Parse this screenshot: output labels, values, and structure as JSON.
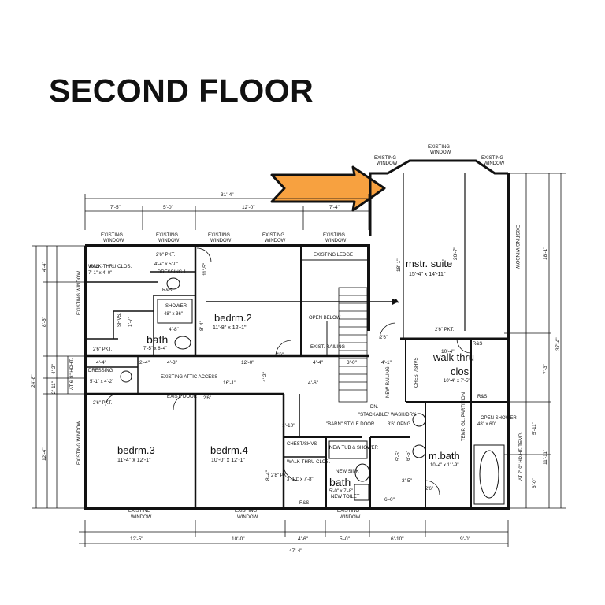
{
  "title": "SECOND FLOOR",
  "colors": {
    "arrow": "#F7A140",
    "ink": "#111111",
    "background": "#ffffff"
  },
  "rooms": {
    "mstr": {
      "name": "mstr. suite",
      "size": "15'-4\" x 14'-11\""
    },
    "bedrm2": {
      "name": "bedrm.2",
      "size": "11'-8\" x 12'-1\""
    },
    "bedrm3": {
      "name": "bedrm.3",
      "size": "11'-4\" x 12'-1\""
    },
    "bedrm4": {
      "name": "bedrm.4",
      "size": "10'-0\" x 12'-1\""
    },
    "bath_hall": {
      "name": "bath",
      "size": "7'-5\" x 6'-4\""
    },
    "bath_small": {
      "name": "bath",
      "size": "5'-0\" x 7'-8\""
    },
    "walkthru": {
      "name": "walk thru",
      "name2": "clos.",
      "size": "10'-4\" x 7'-5\""
    },
    "mbath": {
      "name": "m.bath",
      "size": "10'-4\" x 11'-9\""
    }
  },
  "labels": {
    "existing_window": "EXISTING WINDOW",
    "existing": "EXISTING",
    "window": "WINDOW",
    "existing_ledge": "EXISTING LEDGE",
    "open_below": "OPEN BELOW",
    "exist_railing": "EXIST. RAILING",
    "new_railing": "NEW RAILING",
    "dn": "DN.",
    "existing_attic_access": "EXISTING ATTIC ACCESS",
    "exist_door": "EXIST. DOOR",
    "stackable": "\"STACKABLE\" WASH/DRY.",
    "barn_door": "\"BARN\" STYLE DOOR",
    "chest_shvs": "CHEST/SHVS",
    "new_tub": "NEW TUB & SHOWER",
    "new_sink": "NEW SINK",
    "new_toilet": "NEW TOILET",
    "walk_thru_clos": "WALK-THRU CLOS.",
    "dressing": "DRESSING",
    "dressing_1": "DRESSING 1",
    "shower": "SHOWER",
    "shower_size": "48\" x 36\"",
    "open_shower": "OPEN SHOWER",
    "open_shower_size": "48\" x 60\"",
    "temp_gl_partition": "TEMP. GL. PARTITION",
    "r_s": "R&S",
    "shvs": "SHVS.",
    "pkt_26": "2'6\" PKT.",
    "door_26": "2'6\"",
    "pkt_28": "2'8\" PKT.",
    "opng": "3'6\" OPNG.",
    "clos_walk": "WALK-THRU CLOS.",
    "hall_walk_size": "7'-1\" x 4'-0\"",
    "dressing1_size": "4'-4\" x 5'-0\"",
    "dressing_size": "5'-1\" x 4'-2\"",
    "walkthru2_size": "3'-10\" x 7'-8\"",
    "at_68_hdht": "AT 6'-8\" HDHT.",
    "at_70_hdht": "AT 7'-0\" HD.HT. TEMP."
  },
  "dimensions": {
    "top_overall": "31'-4\"",
    "top": [
      "7'-5\"",
      "5'-0\"",
      "12'-0\"",
      "7'-4\""
    ],
    "bottom": [
      "12'-5\"",
      "10'-0\"",
      "4'-6\"",
      "5'-0\"",
      "6'-10\"",
      "9'-0\""
    ],
    "bottom_overall": "47'-4\"",
    "left_outer": [
      "4'-4\"",
      "8'-5\"",
      "4'-2\"",
      "2'-11\"",
      "12'-4\""
    ],
    "left_overall": "24'-8\"",
    "right_outer": [
      "18'-1\"",
      "7'-3\"",
      "5'-11\"",
      "11'-11\"",
      "6'-0\""
    ],
    "right_overall": "37'-4\"",
    "interior": [
      "12'-0\"",
      "16'-1\"",
      "4'-4\"",
      "4'-1\"",
      "3'-0\"",
      "1'-10\"",
      "4'-3\"",
      "4'-4\"",
      "2'-4\"",
      "8'-4\"",
      "4'-2\"",
      "4'-6\"",
      "5'-5\"",
      "1'-7\"",
      "20'-7\"",
      "18'-1\"",
      "10'-4\"",
      "3'-5\"",
      "6'-0\"",
      "4'-8\"",
      "8'-4\"",
      "11'-5\"",
      "6'-5\""
    ]
  }
}
